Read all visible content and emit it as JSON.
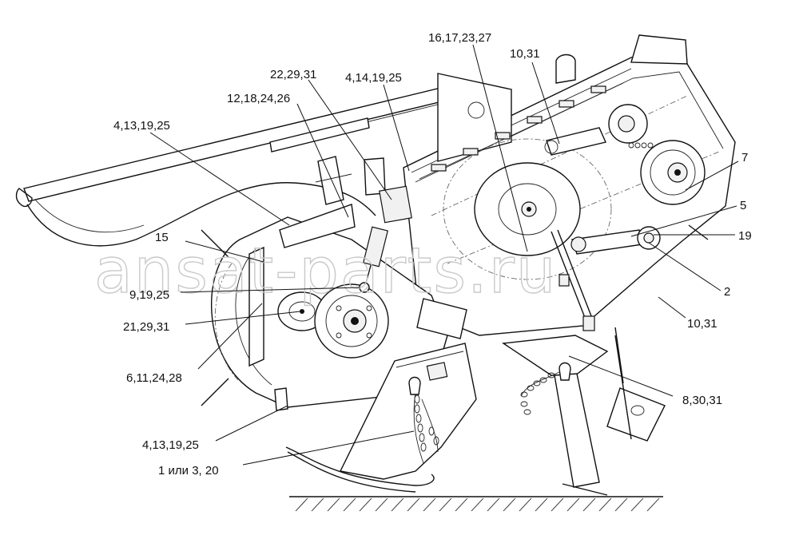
{
  "watermark": "ansat-parts.ru",
  "callouts": {
    "c1": "16,17,23,27",
    "c2": "10,31",
    "c3": "22,29,31",
    "c4": "4,14,19,25",
    "c5": "12,18,24,26",
    "c6": "4,13,19,25",
    "c7": "7",
    "c8": "5",
    "c9": "19",
    "c10": "15",
    "c11": "9,19,25",
    "c12": "2",
    "c13": "21,29,31",
    "c14": "10,31",
    "c15": "6,11,24,28",
    "c16": "8,30,31",
    "c17": "4,13,19,25",
    "c18": "1 или 3, 20"
  }
}
